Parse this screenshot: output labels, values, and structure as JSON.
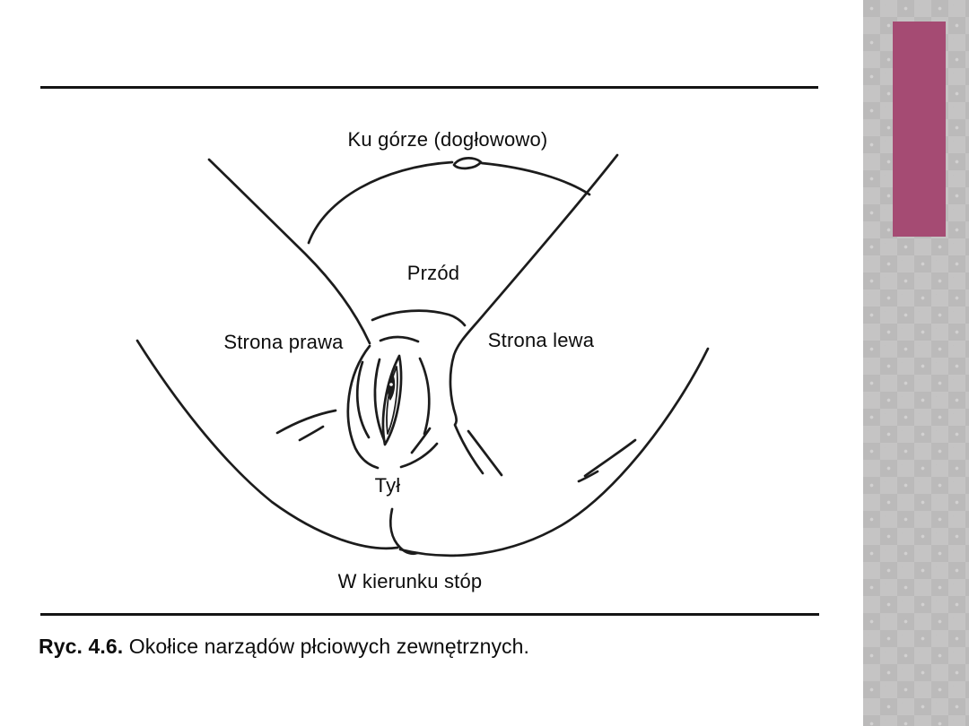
{
  "figure": {
    "labels": {
      "top": "Ku górze (dogłowowo)",
      "front": "Przód",
      "right": "Strona prawa",
      "left": "Strona lewa",
      "back": "Tył",
      "bottom": "W kierunku stóp"
    },
    "caption": {
      "prefix": "Ryc. 4.6.",
      "text": " Okołice narządów płciowych zewnętrznych."
    }
  },
  "side_panel": {
    "accent_color": "#a54b73",
    "pattern_base_color": "#bbbaba",
    "pattern_diamond_color": "#c5c4c4"
  },
  "page": {
    "background_color": "#ffffff",
    "rule_color": "#141414",
    "line_art_color": "#1c1c1c"
  }
}
